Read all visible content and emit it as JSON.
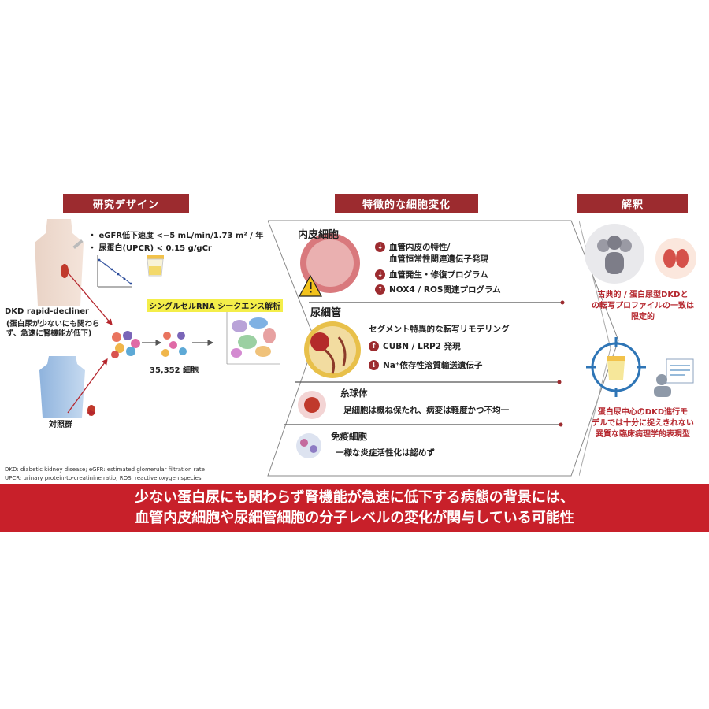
{
  "headers": {
    "design": "研究デザイン",
    "changes": "特徴的な細胞変化",
    "interpret": "解釈"
  },
  "design": {
    "egfr": "・ eGFR低下速度 <−5 mL/min/1.73 m² / 年",
    "upcr": "・ 尿蛋白(UPCR) < 0.15 g/gCr",
    "case_title": "DKD rapid-decliner",
    "case_sub1": "(蛋白尿が少ないにも関わら",
    "case_sub2": "ず、急速に腎機能が低下)",
    "control": "対照群",
    "scrna": "シングルセルRNA シークエンス解析",
    "cells": "35,352 細胞"
  },
  "changes": {
    "endo": {
      "title": "内皮細胞",
      "items": [
        {
          "dir": "down",
          "text1": "血管内皮の特性/",
          "text2": "血管恒常性関連遺伝子発現"
        },
        {
          "dir": "down",
          "text1": "血管発生・修復プログラム",
          "text2": ""
        },
        {
          "dir": "up",
          "text1": "NOX4 / ROS関連プログラム",
          "text2": ""
        }
      ]
    },
    "tubule": {
      "title": "尿細管",
      "lead": "セグメント特異的な転写リモデリング",
      "items": [
        {
          "dir": "up",
          "text1": "CUBN / LRP2 発現"
        },
        {
          "dir": "down",
          "text1": "Na⁺依存性溶質輸送遺伝子"
        }
      ]
    },
    "glom": {
      "title": "糸球体",
      "text": "足細胞は概ね保たれ、病変は軽度かつ不均一"
    },
    "immune": {
      "title": "免疫細胞",
      "text": "一様な炎症活性化は認めず"
    }
  },
  "interpret": {
    "p1": [
      "古典的 / 蛋白尿型DKDと",
      "の転写プロファイルの一致は",
      "限定的"
    ],
    "p2": [
      "蛋白尿中心のDKD進行モ",
      "デルでは十分に捉えきれない",
      "異質な臨床病理学的表現型"
    ]
  },
  "footnotes": {
    "l1": "DKD: diabetic kidney disease; eGFR: estimated glomerular filtration rate",
    "l2": "UPCR: urinary protein-to-creatinine ratio; ROS: reactive oxygen species"
  },
  "banner": {
    "line1": "少ない蛋白尿にも関わらず腎機能が急速に低下する病態の背景には、",
    "line2": "血管内皮細胞や尿細管細胞の分子レベルの変化が関与している可能性"
  },
  "colors": {
    "header": "#9c2b2f",
    "banner": "#c8202a",
    "accent": "#b5262d"
  }
}
